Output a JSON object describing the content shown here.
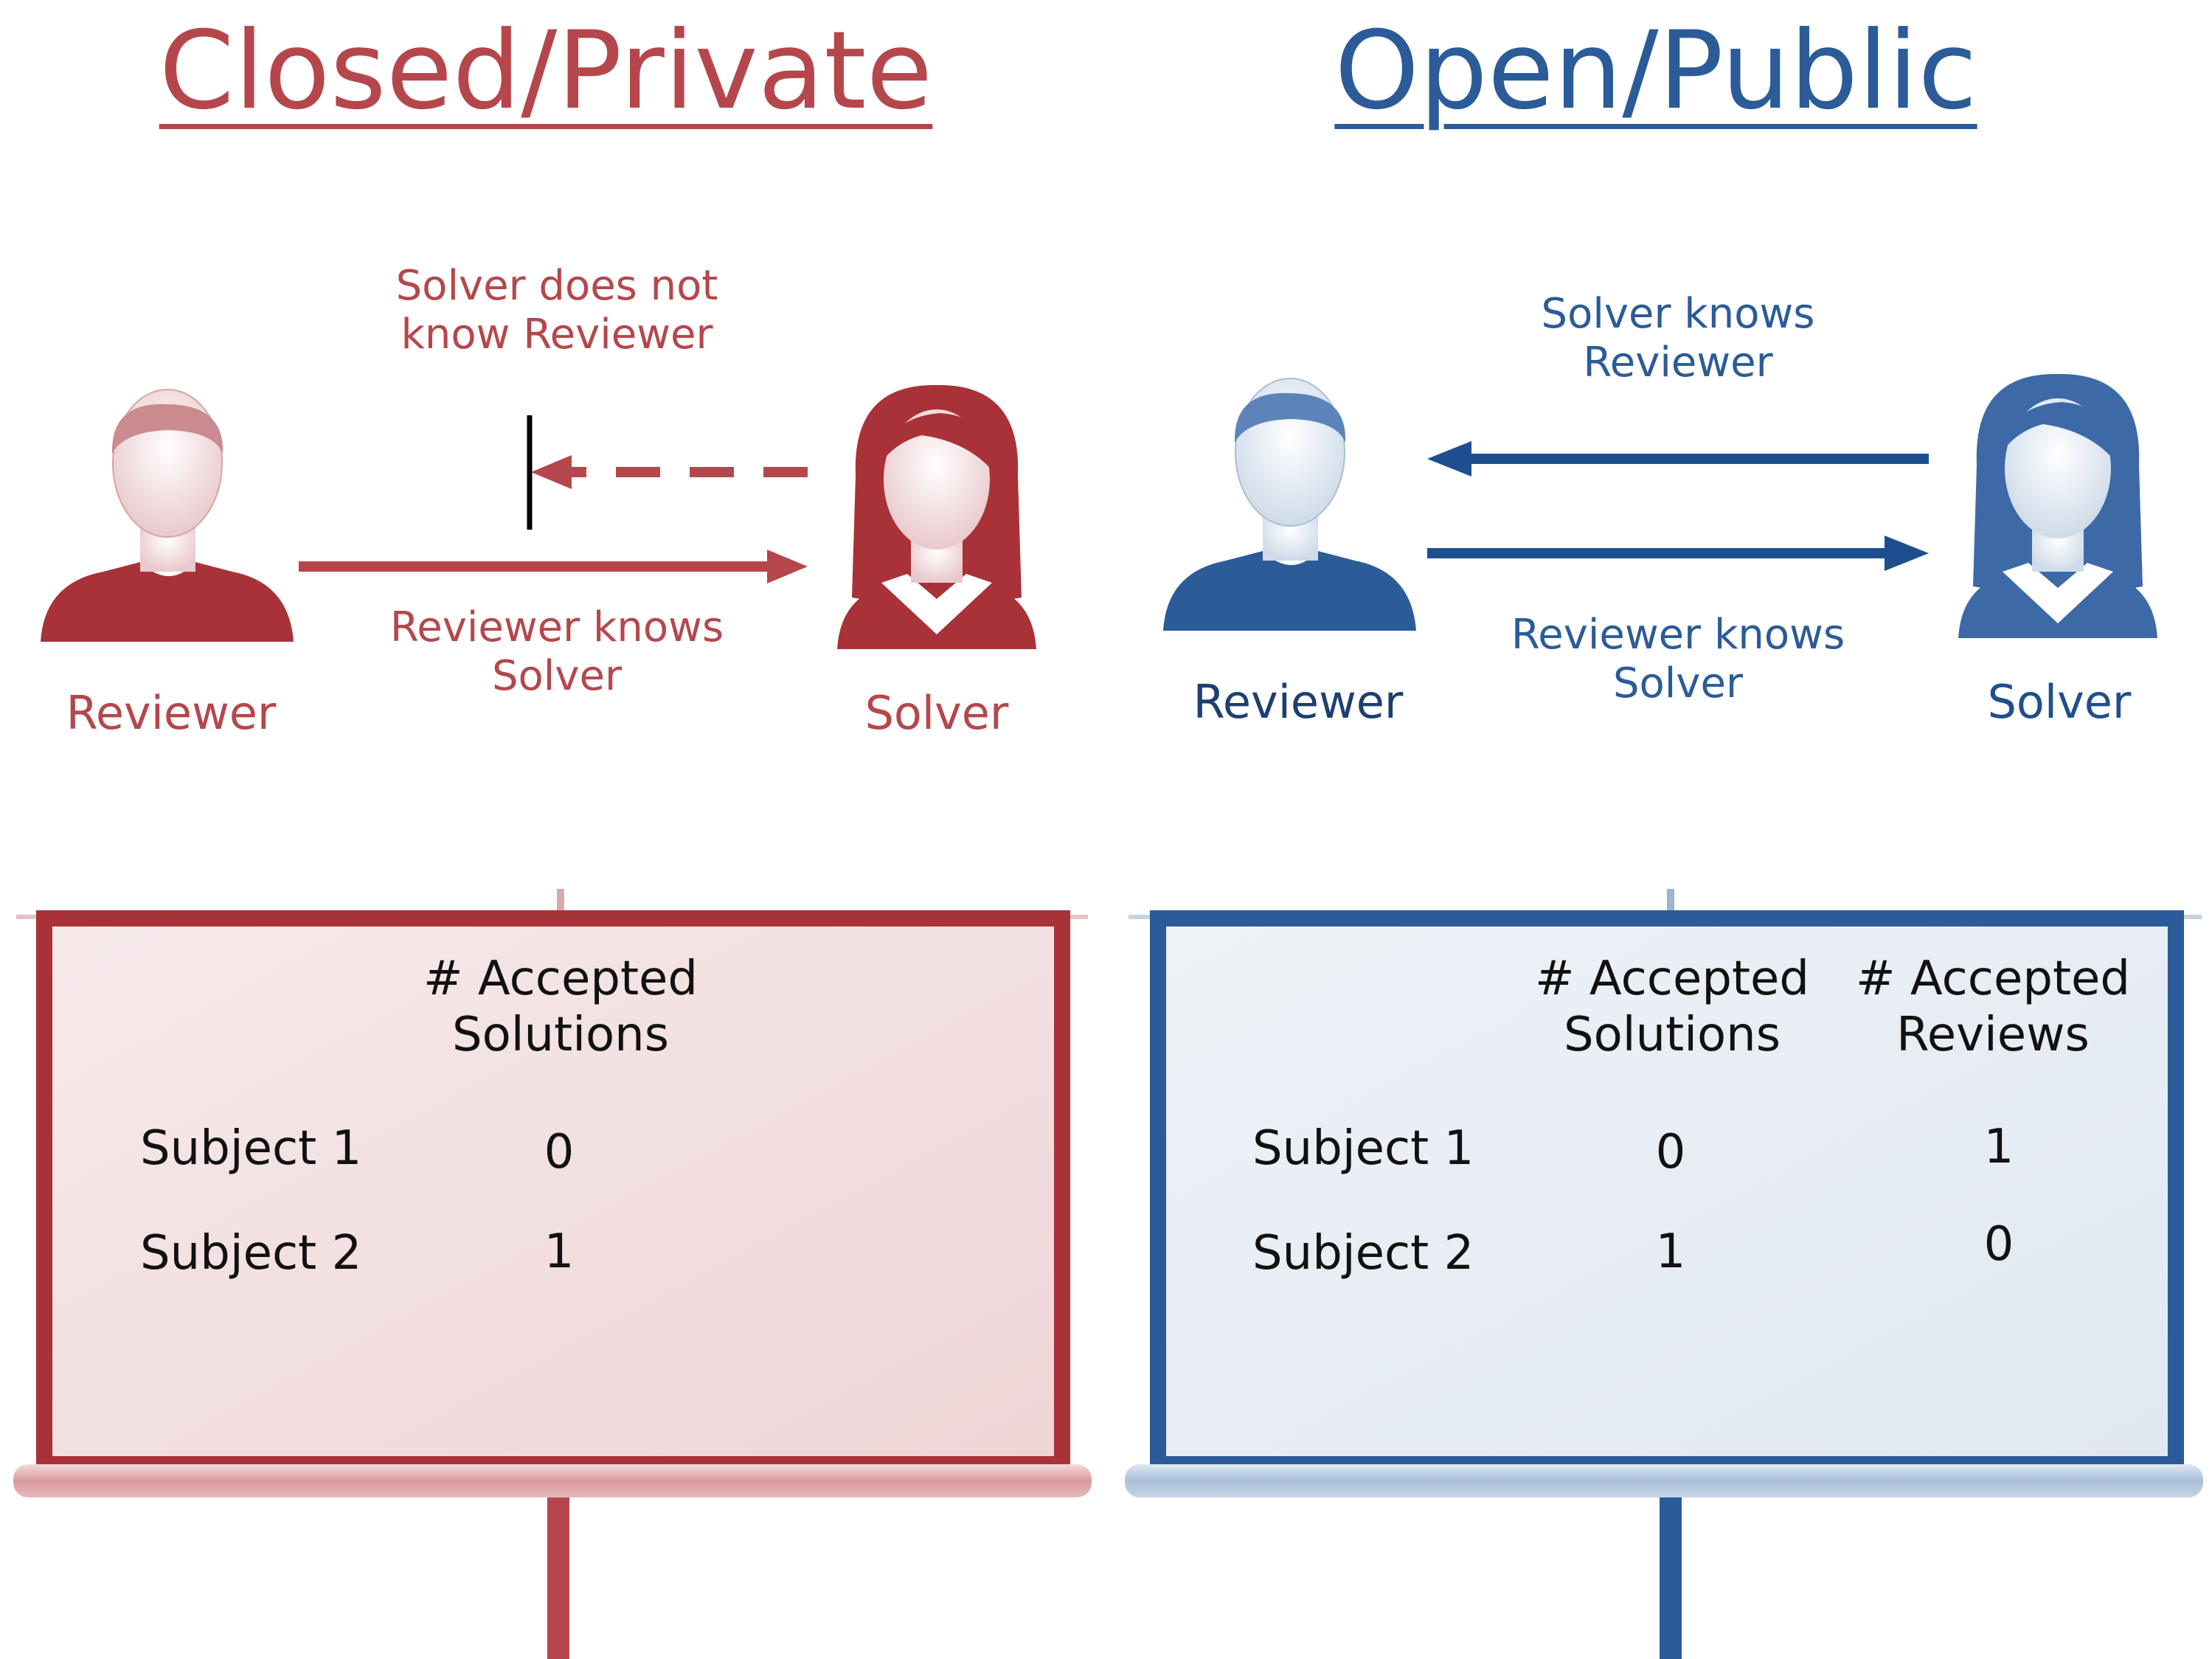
{
  "colors": {
    "red": "#b5474c",
    "red_dark": "#a83238",
    "blue": "#2b5b98",
    "blue_dark": "#1d4f8f",
    "red_screen": "#f1dcdd",
    "blue_screen": "#e6ecf3"
  },
  "left": {
    "title": "Closed/Private",
    "reviewer_label": "Reviewer",
    "solver_label": "Solver",
    "top_note": "Solver does not\nknow Reviewer",
    "bottom_note": "Reviewer knows\nSolver",
    "board": {
      "column_header": "# Accepted\nSolutions",
      "rows": [
        {
          "subject": "Subject 1",
          "solutions": "0"
        },
        {
          "subject": "Subject 2",
          "solutions": "1"
        }
      ]
    }
  },
  "right": {
    "title": "Open/Public",
    "reviewer_label": "Reviewer",
    "solver_label": "Solver",
    "top_note": "Solver knows\nReviewer",
    "bottom_note": "Reviewer knows\nSolver",
    "board": {
      "column_headers": [
        "# Accepted\nSolutions",
        "# Accepted\nReviews"
      ],
      "rows": [
        {
          "subject": "Subject 1",
          "solutions": "0",
          "reviews": "1"
        },
        {
          "subject": "Subject 2",
          "solutions": "1",
          "reviews": "0"
        }
      ]
    }
  },
  "icons": [
    "reviewer-person-icon",
    "solver-person-icon",
    "projector-screen-icon",
    "arrow-icon"
  ]
}
